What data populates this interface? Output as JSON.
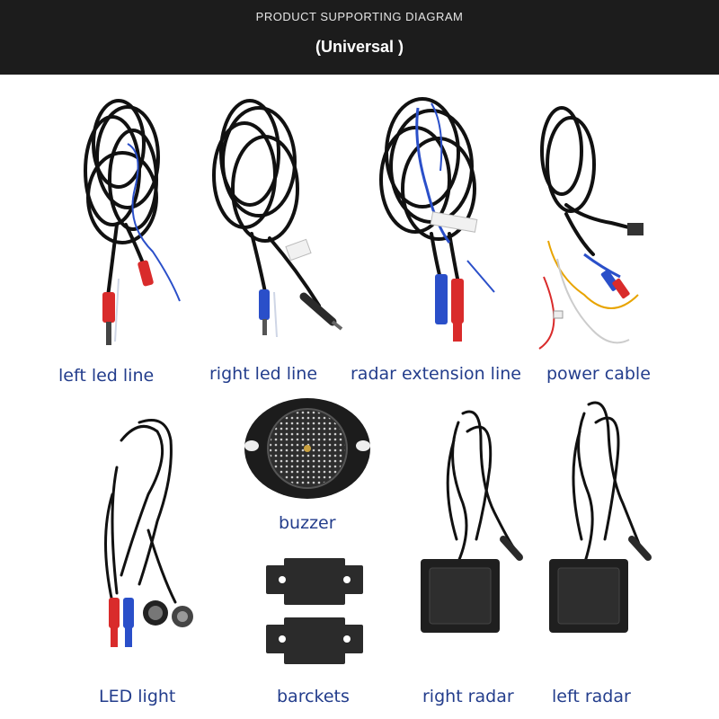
{
  "header": {
    "title": "PRODUCT SUPPORTING DIAGRAM",
    "subtitle": "(Universal )"
  },
  "items": {
    "left_led_line": {
      "label": "left led line",
      "icon": "cable-bundle-icon"
    },
    "right_led_line": {
      "label": "right led line",
      "icon": "cable-bundle-icon"
    },
    "radar_extension_line": {
      "label": "radar extension line",
      "icon": "cable-bundle-icon"
    },
    "power_cable": {
      "label": "power cable",
      "icon": "wiring-harness-icon"
    },
    "led_light": {
      "label": "LED light",
      "icon": "led-light-icon"
    },
    "buzzer": {
      "label": "buzzer",
      "icon": "buzzer-icon"
    },
    "brackets": {
      "label": "barckets",
      "icon": "bracket-icon"
    },
    "right_radar": {
      "label": "right radar",
      "icon": "radar-sensor-icon"
    },
    "left_radar": {
      "label": "left radar",
      "icon": "radar-sensor-icon"
    }
  },
  "colors": {
    "header_bg": "#1c1c1c",
    "label_text": "#233d8c",
    "cable": "#111111",
    "connector_red": "#d92b2b",
    "connector_blue": "#2a4fc9"
  }
}
